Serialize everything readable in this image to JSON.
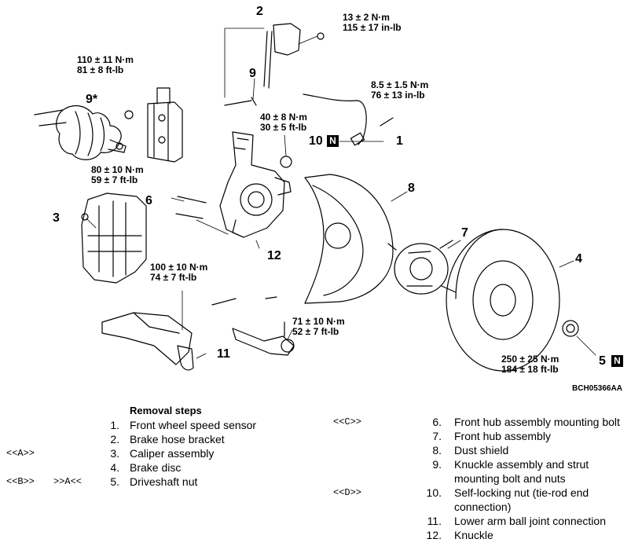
{
  "figure_code": "BCH05366AA",
  "callouts": [
    {
      "id": "c1",
      "text": "1"
    },
    {
      "id": "c2",
      "text": "2"
    },
    {
      "id": "c3",
      "text": "3"
    },
    {
      "id": "c4",
      "text": "4"
    },
    {
      "id": "c5",
      "text": "5"
    },
    {
      "id": "c6",
      "text": "6"
    },
    {
      "id": "c7",
      "text": "7"
    },
    {
      "id": "c8",
      "text": "8"
    },
    {
      "id": "c9",
      "text": "9"
    },
    {
      "id": "c9s",
      "text": "9*"
    },
    {
      "id": "c10",
      "text": "10"
    },
    {
      "id": "c11",
      "text": "11"
    },
    {
      "id": "c12",
      "text": "12"
    }
  ],
  "n_marks": [
    "N",
    "N"
  ],
  "torques": [
    {
      "id": "t13",
      "nm": "13 ± 2 N·m",
      "imp": "115 ± 17 in-lb"
    },
    {
      "id": "t110",
      "nm": "110 ± 11 N·m",
      "imp": "81 ± 8 ft-lb"
    },
    {
      "id": "t85",
      "nm": "8.5 ± 1.5 N·m",
      "imp": "76 ± 13 in-lb"
    },
    {
      "id": "t40",
      "nm": "40 ± 8 N·m",
      "imp": "30 ± 5 ft-lb"
    },
    {
      "id": "t80",
      "nm": "80 ± 10 N·m",
      "imp": "59 ± 7 ft-lb"
    },
    {
      "id": "t100",
      "nm": "100 ± 10 N·m",
      "imp": "74 ± 7 ft-lb"
    },
    {
      "id": "t71",
      "nm": "71 ± 10 N·m",
      "imp": "52 ± 7 ft-lb"
    },
    {
      "id": "t250",
      "nm": "250 ± 25 N·m",
      "imp": "184 ± 18 ft-lb"
    }
  ],
  "steps_heading": "Removal steps",
  "steps_left": [
    {
      "m1": "",
      "m2": "",
      "n": "1.",
      "text": "Front wheel speed sensor"
    },
    {
      "m1": "",
      "m2": "",
      "n": "2.",
      "text": "Brake hose bracket"
    },
    {
      "m1": "<<A>>",
      "m2": "",
      "n": "3.",
      "text": "Caliper assembly"
    },
    {
      "m1": "",
      "m2": "",
      "n": "4.",
      "text": "Brake disc"
    },
    {
      "m1": "<<B>>",
      "m2": ">>A<<",
      "n": "5.",
      "text": "Driveshaft nut"
    }
  ],
  "steps_right": [
    {
      "m1": "<<C>>",
      "n": "6.",
      "text": "Front hub assembly mounting bolt"
    },
    {
      "m1": "",
      "n": "7.",
      "text": "Front hub assembly"
    },
    {
      "m1": "",
      "n": "8.",
      "text": "Dust shield"
    },
    {
      "m1": "",
      "n": "9.",
      "text": "Knuckle assembly and strut"
    },
    {
      "m1": "",
      "n": "",
      "text": "mounting bolt and nuts"
    },
    {
      "m1": "<<D>>",
      "n": "10.",
      "text": "Self-locking nut (tie-rod end"
    },
    {
      "m1": "",
      "n": "",
      "text": "connection)"
    },
    {
      "m1": "",
      "n": "11.",
      "text": "Lower arm ball joint connection"
    },
    {
      "m1": "",
      "n": "12.",
      "text": "Knuckle"
    }
  ]
}
